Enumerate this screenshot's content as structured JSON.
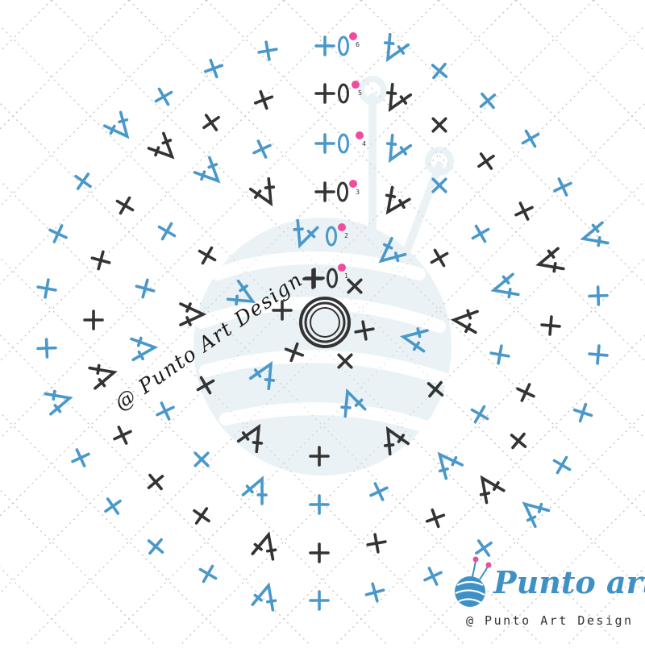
{
  "colors": {
    "dark": "#333333",
    "blue": "#4a98c9",
    "marker": "#ef4d9c",
    "grid": "#c4c4c4",
    "ghost": "#dbe8ee"
  },
  "watermark": {
    "text": "@ Punto Art Design"
  },
  "brand": {
    "title": "Punto art",
    "subtitle": "@ Punto Art Design"
  },
  "round_numbers": [
    "1",
    "2",
    "3",
    "4",
    "5",
    "6"
  ],
  "stitch_types": [
    "magic-ring",
    "chain",
    "single-crochet",
    "increase"
  ]
}
